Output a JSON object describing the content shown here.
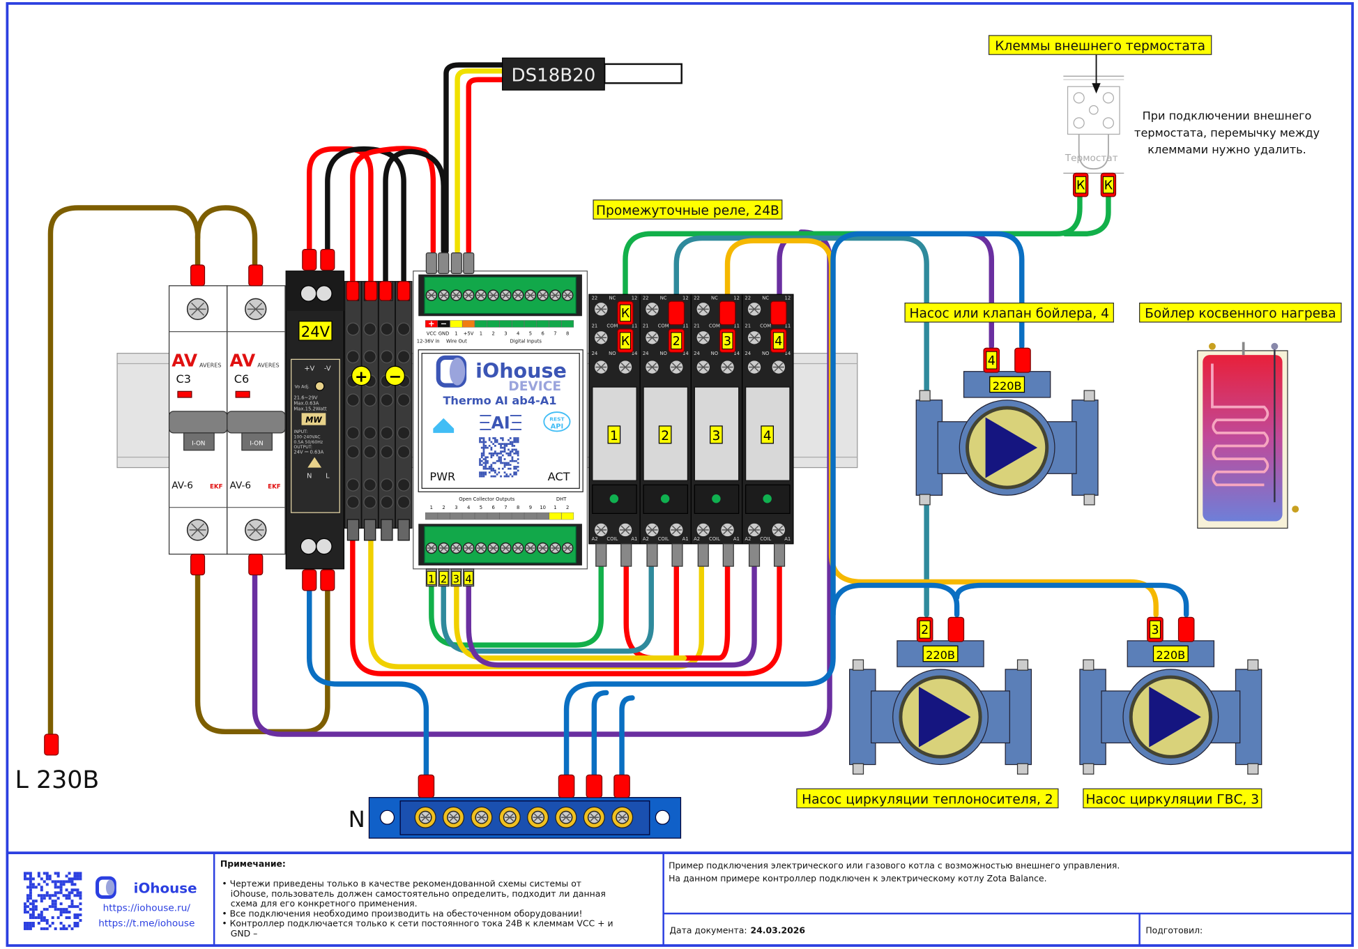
{
  "colors": {
    "frame": "#2b3fe0",
    "label_bg": "#ffff00",
    "wire_brown": "#7d5e00",
    "wire_purple": "#6a2fa0",
    "wire_blue": "#0a6fc2",
    "wire_red": "#ff0000",
    "wire_green": "#12b04a",
    "wire_teal": "#2f8a9c",
    "wire_orange": "#f5b800",
    "wire_black": "#111111",
    "terminal_green": "#12a84a",
    "pump_body": "#5b7fb8"
  },
  "labels": {
    "thermostat_terminals": "Клеммы внешнего термостата",
    "thermostat_note_1": "При подключении внешнего",
    "thermostat_note_2": "термостата, перемычку между",
    "thermostat_note_3": "клеммами нужно удалить.",
    "thermostat_part_text": "Термостат",
    "relays": "Промежуточные реле, 24В",
    "boiler_pump": "Насос или клапан бойлера, 4",
    "boiler": "Бойлер косвенного нагрева",
    "heating_pump": "Насос циркуляции теплоносителя, 2",
    "dhw_pump": "Насос циркуляции ГВС, 3",
    "line": "L 230В",
    "neutral": "N",
    "pump_voltage": "220В"
  },
  "sensor": {
    "name": "DS18B20"
  },
  "breakers": [
    {
      "brand": "AVERES",
      "logo": "AV",
      "rating": "C3",
      "switch": "I-ON",
      "model": "AV-6",
      "maker": "EKF"
    },
    {
      "brand": "AVERES",
      "logo": "AV",
      "rating": "C6",
      "switch": "I-ON",
      "model": "AV-6",
      "maker": "EKF"
    }
  ],
  "psu": {
    "label": "24V",
    "plus": "+V",
    "minus": "-V",
    "adj": "Vo Adj.",
    "specs_1": "21.6~29V",
    "specs_2": "Max.0.63A",
    "specs_3": "Max.15.2Watt",
    "brand": "MW",
    "input_1": "INPUT:",
    "input_2": "100-240VAC",
    "input_3": "0.5A  50/60Hz",
    "output_1": "OUTPUT:",
    "output_2": "24V ⎓ 0.63A",
    "n": "N",
    "l": "L"
  },
  "terminal_block": {
    "plus": "+",
    "minus": "−"
  },
  "controller": {
    "brand": "iOhouse",
    "sub": "DEVICE",
    "model": "Thermo AI ab4-A1",
    "ai": "AI",
    "rest_1": "REST",
    "rest_2": "API",
    "pwr": "PWR",
    "act": "ACT",
    "top_pins": [
      "+",
      "−",
      "",
      "",
      "",
      "",
      "",
      "",
      "",
      "",
      "",
      ""
    ],
    "top_pin_labels": [
      "VCC",
      "GND",
      "1",
      "+5V",
      "1",
      "2",
      "3",
      "4",
      "5",
      "6",
      "7",
      "8"
    ],
    "top_caption_1": "12-36V in",
    "top_caption_2": "Wire Out",
    "top_caption_3": "Digital Inputs",
    "bottom_caption_1": "Open Collector Outputs",
    "bottom_caption_2": "DHT",
    "bottom_pin_labels": [
      "1",
      "2",
      "3",
      "4",
      "5",
      "6",
      "7",
      "8",
      "9",
      "10",
      "1",
      "2"
    ],
    "output_tags": [
      "1",
      "2",
      "3",
      "4"
    ]
  },
  "relays": {
    "terminals_top": [
      "22",
      "NC",
      "12"
    ],
    "terminals_mid": [
      "21",
      "COM",
      "11"
    ],
    "terminals_no": [
      "24",
      "NO",
      "14"
    ],
    "terminals_coil": [
      "A2",
      "COIL",
      "A1"
    ],
    "items": [
      {
        "number": "1",
        "tag_nc": "К",
        "tag_com": "К"
      },
      {
        "number": "2",
        "tag_nc": "",
        "tag_com": "2"
      },
      {
        "number": "3",
        "tag_nc": "",
        "tag_com": "3"
      },
      {
        "number": "4",
        "tag_nc": "",
        "tag_com": "4"
      }
    ]
  },
  "thermostat_tags": [
    "К",
    "К"
  ],
  "pump_tags": {
    "boiler": "4",
    "heating": "2",
    "dhw": "3"
  },
  "footer": {
    "brand": "iOhouse",
    "url_site": "https://iohouse.ru/",
    "url_tg": "https://t.me/iohouse",
    "note_title": "Примечание:",
    "notes": [
      "Чертежи приведены только в качестве рекомендованной схемы системы от iOhouse, пользователь должен самостоятельно определить, подходит ли данная схема для его конкретного применения.",
      "Все подключения необходимо производить на обесточенном оборудовании!",
      "Контроллер подключается только к сети постоянного тока 24В к клеммам VCC + и GND –"
    ],
    "description_1": "Пример подключения электрического или газового котла с возможностью внешнего управления.",
    "description_2": "На данном примере контроллер подключен к электрическому котлу Zota Balance.",
    "date_label": "Дата документа:",
    "date_value": "24.03.2026",
    "prepared_label": "Подготовил:"
  }
}
